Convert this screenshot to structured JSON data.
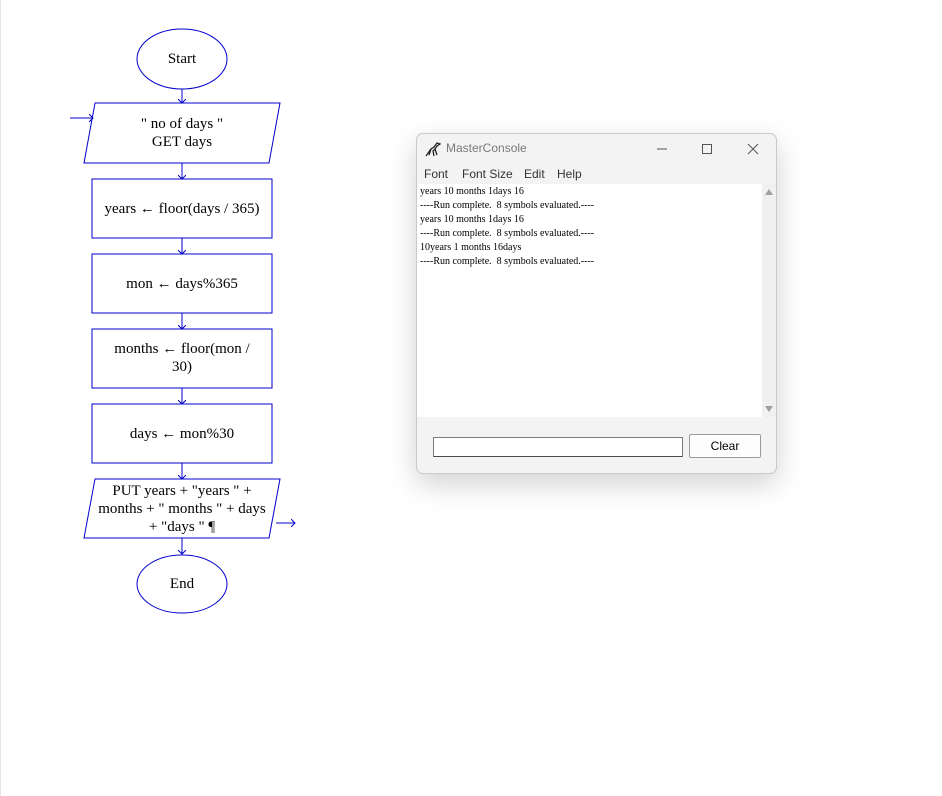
{
  "flowchart": {
    "start": "Start",
    "input_prompt": "\" no of days \"",
    "input_get": "GET days",
    "assign_years": "years ← floor(days / 365)",
    "assign_mon": "mon ← days%365",
    "assign_months": "months ← floor(mon / 30)",
    "assign_days": "days ← mon%30",
    "output_put": "PUT years  +  \"years \"  +  months  +  \" months \"  +  days  +  \"days \" ¶",
    "end": "End",
    "stroke_color": "#0000cc"
  },
  "console": {
    "title": "MasterConsole",
    "menu": [
      "Font",
      "Font Size",
      "Edit",
      "Help"
    ],
    "output_lines": [
      "years 10 months 1days 16",
      "----Run complete.  8 symbols evaluated.----",
      "years 10 months 1days 16",
      "----Run complete.  8 symbols evaluated.----",
      "10years 1 months 16days",
      "----Run complete.  8 symbols evaluated.----"
    ],
    "input_value": "",
    "clear_label": "Clear",
    "icons": {
      "app": "raptor-icon",
      "minimize": "minimize-icon",
      "maximize": "maximize-icon",
      "close": "close-icon"
    }
  }
}
